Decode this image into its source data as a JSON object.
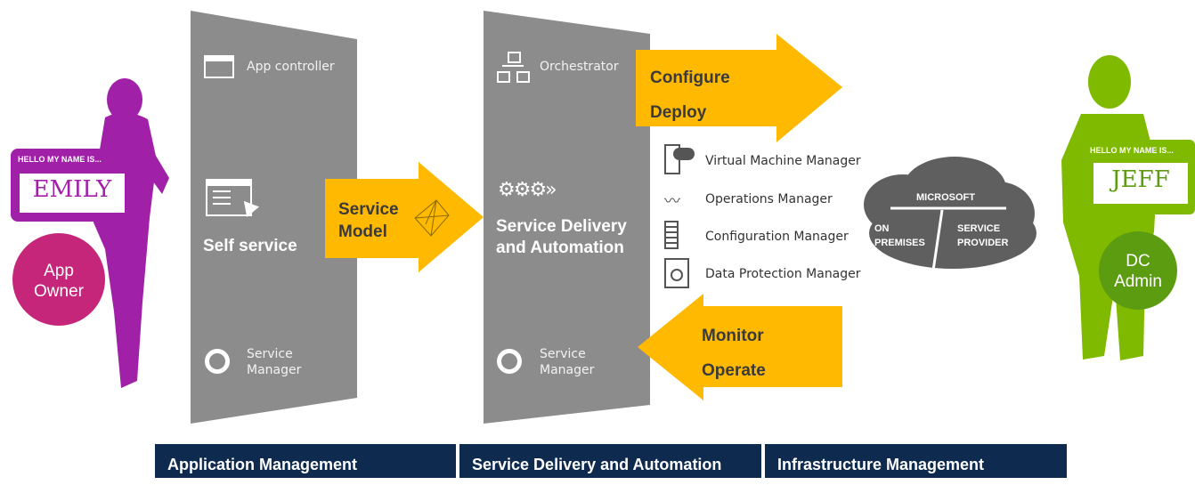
{
  "colors": {
    "panel": "#8c8c8c",
    "arrow": "#ffb900",
    "emily_purple": "#a020a8",
    "app_owner_pink": "#c6267a",
    "jeff_green": "#7fba00",
    "dc_admin_green": "#5c9c10",
    "cloud": "#5f5f5f",
    "bar": "#0f2a4f"
  },
  "emily": {
    "tag_header": "HELLO MY NAME IS...",
    "name": "EMILY",
    "role_line1": "App",
    "role_line2": "Owner"
  },
  "jeff": {
    "tag_header": "HELLO MY NAME IS...",
    "name": "JEFF",
    "role_line1": "DC",
    "role_line2": "Admin"
  },
  "left_panel": {
    "top_item": "App controller",
    "main_label": "Self service",
    "bottom_line1": "Service",
    "bottom_line2": "Manager"
  },
  "arrow_service_model": {
    "line1": "Service",
    "line2": "Model"
  },
  "middle_panel": {
    "top_item": "Orchestrator",
    "main_line1": "Service Delivery",
    "main_line2": "and Automation",
    "bottom_line1": "Service",
    "bottom_line2": "Manager"
  },
  "arrow_configure": {
    "line1": "Configure",
    "line2": "Deploy"
  },
  "arrow_monitor": {
    "line1": "Monitor",
    "line2": "Operate"
  },
  "tools": [
    {
      "label": "Virtual Machine Manager",
      "icon": "vm-server-icon"
    },
    {
      "label": "Operations Manager",
      "icon": "pulse-icon"
    },
    {
      "label": "Configuration Manager",
      "icon": "config-building-icon"
    },
    {
      "label": "Data Protection Manager",
      "icon": "backup-clock-icon"
    }
  ],
  "cloud": {
    "top": "MICROSOFT",
    "left_line1": "ON",
    "left_line2": "PREMISES",
    "right_line1": "SERVICE",
    "right_line2": "PROVIDER"
  },
  "bottom_bars": [
    "Application Management",
    "Service Delivery and Automation",
    "Infrastructure Management"
  ]
}
